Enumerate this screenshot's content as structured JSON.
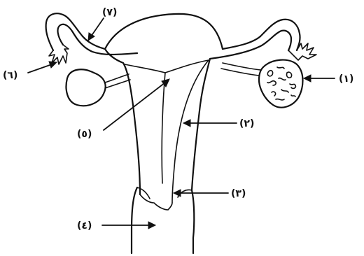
{
  "labels": {
    "l1": "(١)",
    "l2": "(٢)",
    "l3": "(٣)",
    "l4": "(٤)",
    "l5": "(٥)",
    "l6": "(٦)",
    "l7": "(٧)"
  }
}
